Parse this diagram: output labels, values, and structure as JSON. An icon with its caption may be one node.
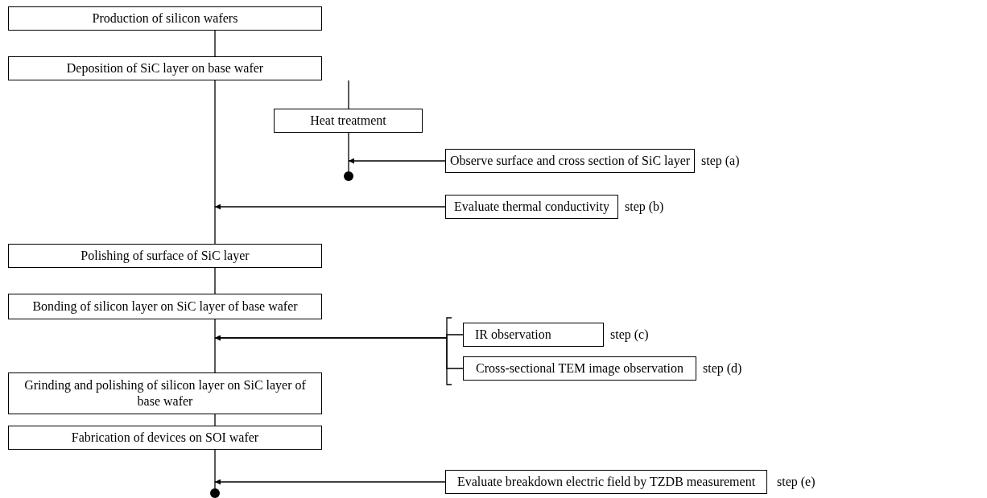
{
  "diagram": {
    "nodes": [
      {
        "text": [
          "Production of silicon wafers"
        ]
      },
      {
        "text": [
          "Deposition of SiC layer on base wafer"
        ]
      },
      {
        "text": [
          "Heat treatment"
        ]
      },
      {
        "text": [],
        "shape": "circle"
      },
      {
        "text": [
          "Observe surface and cross section of SiC layer"
        ],
        "beside": [
          "step (a)"
        ]
      },
      {
        "text": [
          "Evaluate thermal conductivity"
        ],
        "beside": [
          "step (b)"
        ]
      },
      {
        "text": [
          "Polishing of surface of SiC layer"
        ]
      },
      {
        "text": [
          "Bonding of silicon layer on SiC layer of base wafer"
        ]
      },
      {
        "text": [
          "IR observation"
        ],
        "beside": [
          "step (c)"
        ]
      },
      {
        "text": [
          "Cross-sectional TEM image observation"
        ],
        "beside": [
          "step (d)"
        ]
      },
      {
        "text": [
          "Grinding and polishing of silicon layer on SiC layer of base wafer"
        ]
      },
      {
        "text": [
          "Fabrication of devices on SOI wafer"
        ]
      },
      {
        "text": [
          "Evaluate breakdown electric field by TZDB measurement"
        ],
        "beside": [
          "step (e)"
        ]
      },
      {
        "text": [],
        "shape": "circle"
      }
    ],
    "edges": [
      {
        "from": 0,
        "to": 1,
        "arrow": "none"
      },
      {
        "from": 1,
        "to": 2,
        "arrow": "none"
      },
      {
        "from": 2,
        "to": 3,
        "arrow": "none"
      },
      {
        "from": 4,
        "to": 3,
        "arrow": "to"
      },
      {
        "from": 1,
        "to": 6,
        "arrow": "none"
      },
      {
        "from": 5,
        "to": null,
        "arrow": "to"
      },
      {
        "from": 6,
        "to": 7,
        "arrow": "none"
      },
      {
        "from": 8,
        "to": 7,
        "arrow": "to"
      },
      {
        "from": 9,
        "to": 7,
        "arrow": "to"
      },
      {
        "from": 7,
        "to": 10,
        "arrow": "none"
      },
      {
        "from": 10,
        "to": 11,
        "arrow": "none"
      },
      {
        "from": 11,
        "to": 13,
        "arrow": "none"
      },
      {
        "from": 12,
        "to": 13,
        "arrow": "to"
      }
    ]
  }
}
